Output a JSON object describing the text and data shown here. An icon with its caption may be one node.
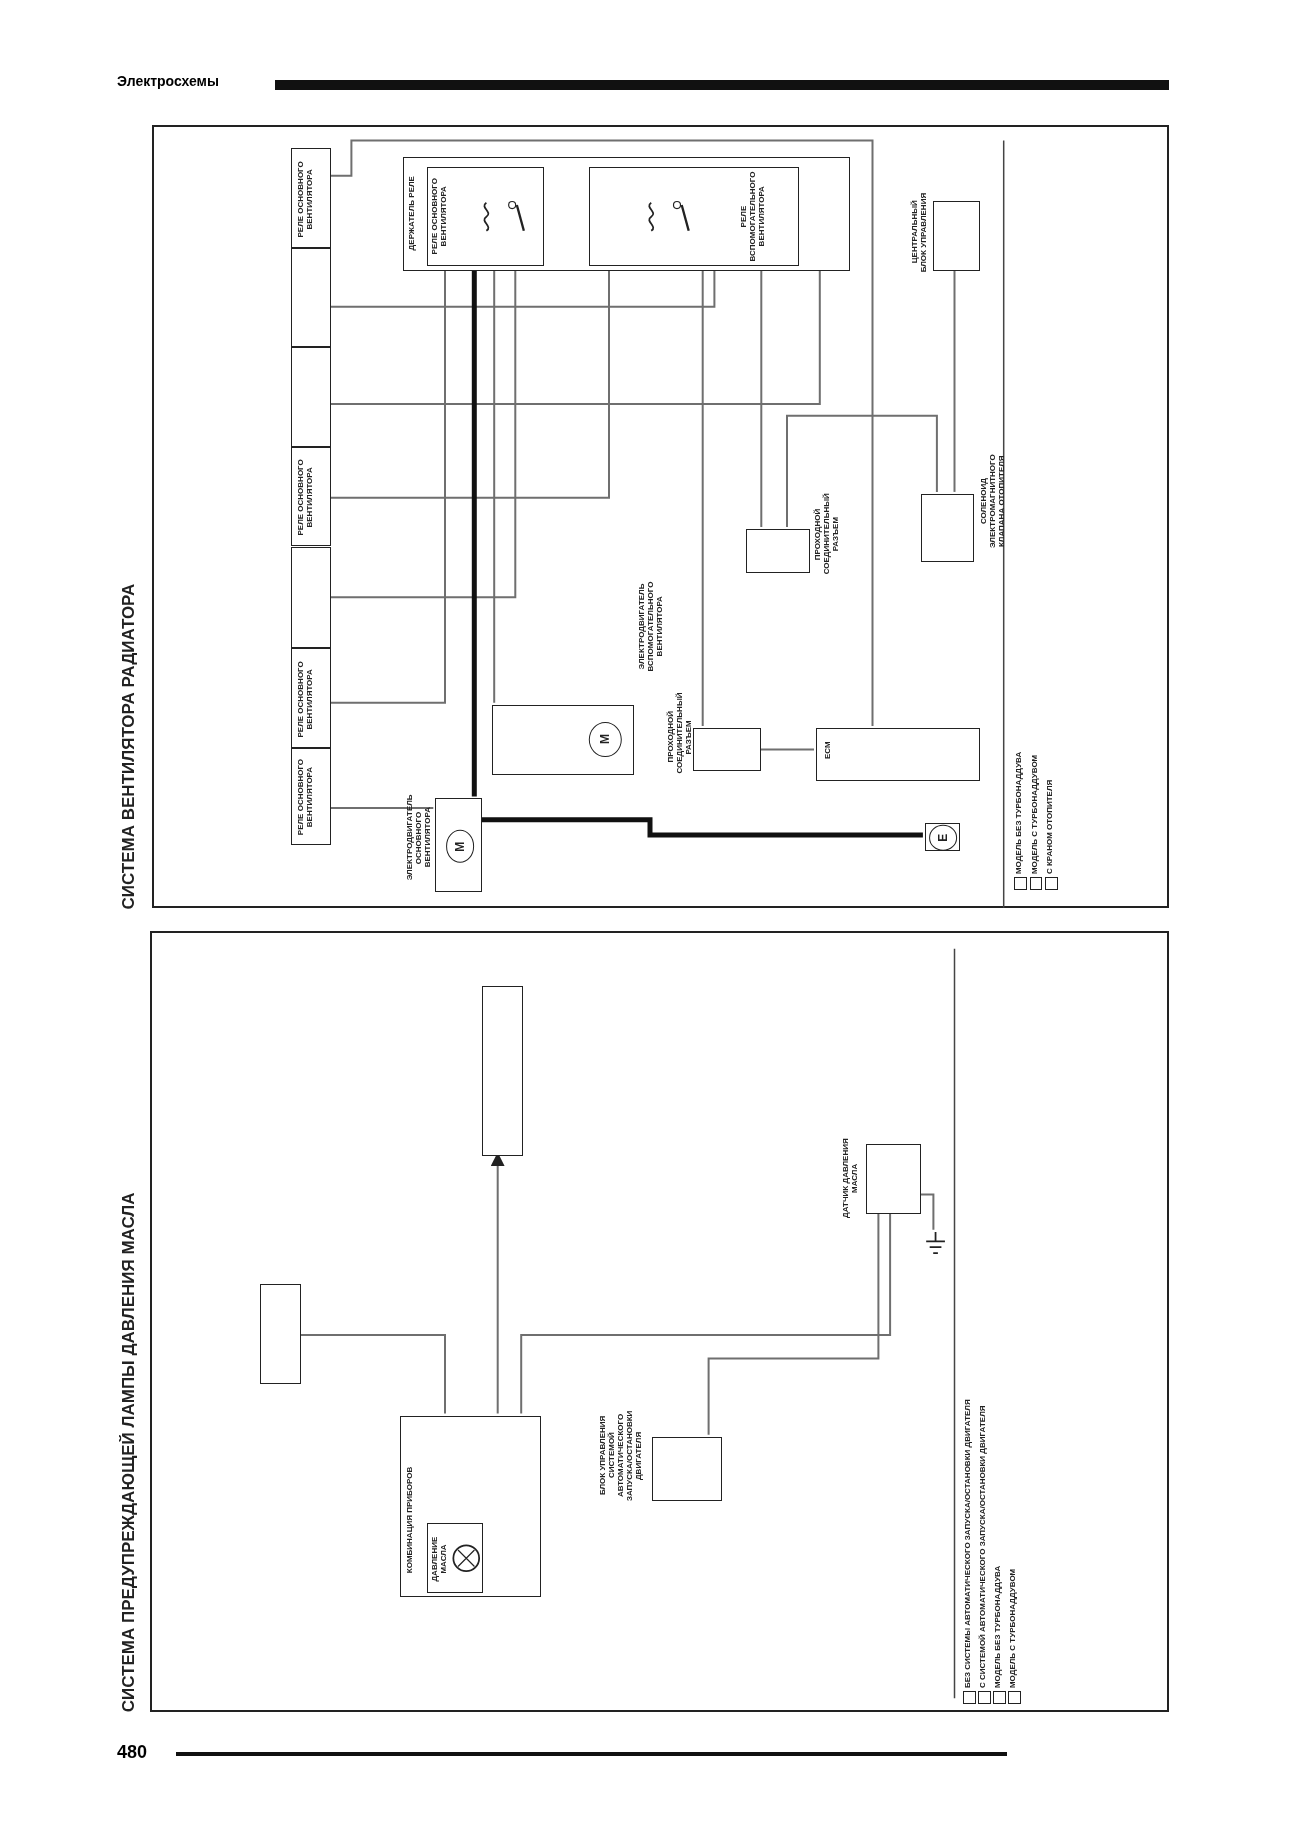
{
  "diagram": {
    "nodes": [
      {
        "text": [
          "СИСТЕМА ВЕНТИЛЯТОРА РАДИАТОРА"
        ]
      },
      {
        "text": [
          "РЕЛЕ ОСНОВНОГО ВЕНТИЛЯТОРА"
        ],
        "in": 0
      },
      {
        "text": [],
        "shape": "box",
        "in": 0
      },
      {
        "text": [],
        "shape": "box",
        "in": 0
      },
      {
        "text": [
          "РЕЛЕ ОСНОВНОГО ВЕНТИЛЯТОРА"
        ],
        "in": 0
      },
      {
        "text": [],
        "shape": "box",
        "in": 0
      },
      {
        "text": [
          "РЕЛЕ ОСНОВНОГО ВЕНТИЛЯТОРА"
        ],
        "in": 0
      },
      {
        "text": [
          "РЕЛЕ ОСНОВНОГО ВЕНТИЛЯТОРА"
        ],
        "in": 0
      },
      {
        "text": [
          "ДЕРЖАТЕЛЬ РЕЛЕ"
        ],
        "in": 0
      },
      {
        "text": [
          "РЕЛЕ ОСНОВНОГО ВЕНТИЛЯТОРА"
        ],
        "in": 8
      },
      {
        "text": [
          "РЕЛЕ ВСПОМОГАТЕЛЬНОГО ВЕНТИЛЯТОРА"
        ],
        "in": 8
      },
      {
        "text": [
          "ЭЛЕКТРОДВИГАТЕЛЬ ОСНОВНОГО ВЕНТИЛЯТОРА",
          "M"
        ],
        "in": 0
      },
      {
        "text": [
          "ЭЛЕКТРОДВИГАТЕЛЬ ВСПОМОГАТЕЛЬНОГО ВЕНТИЛЯТОРА",
          "M"
        ],
        "in": 0
      },
      {
        "text": [
          "ПРОХОДНОЙ СОЕДИНИТЕЛЬНЫЙ РАЗЪЕМ"
        ],
        "in": 0
      },
      {
        "text": [
          "ECM"
        ],
        "in": 0
      },
      {
        "text": [
          "ПРОХОДНОЙ СОЕДИНИТЕЛЬНЫЙ РАЗЪЕМ"
        ],
        "in": 0
      },
      {
        "text": [
          "СОЛЕНОИД ЭЛЕКТРОМАГНИТНОГО КЛАПАНА ОТОПИТЕЛЯ"
        ],
        "in": 0
      },
      {
        "text": [
          "ЦЕНТРАЛЬНЫЙ БЛОК УПРАВЛЕНИЯ"
        ],
        "in": 0
      },
      {
        "text": [
          "E"
        ],
        "in": 0
      },
      {
        "text": [
          "СИСТЕМА ПРЕДУПРЕЖДАЮЩЕЙ ЛАМПЫ ДАВЛЕНИЯ МАСЛА"
        ]
      },
      {
        "text": [],
        "shape": "box",
        "in": 19
      },
      {
        "text": [
          "КОМБИНАЦИЯ ПРИБОРОВ"
        ],
        "in": 19
      },
      {
        "text": [
          "ДАВЛЕНИЕ МАСЛА"
        ],
        "in": 21
      },
      {
        "text": [],
        "shape": "box",
        "in": 19
      },
      {
        "text": [
          "БЛОК УПРАВЛЕНИЯ СИСТЕМОЙ АВТОМАТИЧЕСКОГО ЗАПУСКА/ОСТАНОВКИ ДВИГАТЕЛЯ"
        ],
        "in": 19
      },
      {
        "text": [
          "ДАТЧИК ДАВЛЕНИЯ МАСЛА"
        ],
        "in": 19
      },
      {
        "text": [],
        "shape": "ground",
        "in": 19
      }
    ],
    "edges": [
      {
        "from": 7,
        "to": 11,
        "arrow": "none"
      },
      {
        "from": 6,
        "to": 9,
        "arrow": "none"
      },
      {
        "from": 5,
        "to": 9,
        "arrow": "none"
      },
      {
        "from": 4,
        "to": 10,
        "arrow": "none"
      },
      {
        "from": 3,
        "to": 8,
        "arrow": "none"
      },
      {
        "from": 2,
        "to": 10,
        "arrow": "none"
      },
      {
        "from": 1,
        "to": 14,
        "arrow": "none"
      },
      {
        "from": 9,
        "to": 11,
        "arrow": "none",
        "style": "thick",
        "color": "#111111"
      },
      {
        "from": 9,
        "to": 12,
        "arrow": "none"
      },
      {
        "from": 10,
        "to": 13,
        "arrow": "none"
      },
      {
        "from": 10,
        "to": 15,
        "arrow": "none"
      },
      {
        "from": 15,
        "to": 16,
        "arrow": "none"
      },
      {
        "from": 17,
        "to": 16,
        "arrow": "none"
      },
      {
        "from": 11,
        "to": 18,
        "arrow": "none",
        "style": "thick",
        "color": "#111111"
      },
      {
        "from": 13,
        "to": 14,
        "arrow": "none"
      },
      {
        "from": 20,
        "to": 21,
        "arrow": "none"
      },
      {
        "from": 21,
        "to": 23,
        "arrow": "to"
      },
      {
        "from": 21,
        "to": 25,
        "arrow": "none"
      },
      {
        "from": 24,
        "to": 25,
        "arrow": "none"
      },
      {
        "from": 25,
        "to": 26,
        "arrow": "none"
      }
    ],
    "labels": [
      "Электросхемы",
      "480"
    ],
    "legend": [
      {
        "text": "МОДЕЛЬ БЕЗ ТУРБОНАДДУВА"
      },
      {
        "text": "МОДЕЛЬ С ТУРБОНАДДУВОМ"
      },
      {
        "text": "С КРАНОМ ОТОПИТЕЛЯ"
      },
      {
        "text": "БЕЗ СИСТЕМЫ АВТОМАТИЧЕСКОГО ЗАПУСКА/ОСТАНОВКИ ДВИГАТЕЛЯ"
      },
      {
        "text": "С СИСТЕМОЙ АВТОМАТИЧЕСКОГО ЗАПУСКА/ОСТАНОВКИ ДВИГАТЕЛЯ"
      },
      {
        "text": "МОДЕЛЬ БЕЗ ТУРБОНАДДУВА"
      },
      {
        "text": "МОДЕЛЬ С ТУРБОНАДДУВОМ"
      }
    ]
  }
}
